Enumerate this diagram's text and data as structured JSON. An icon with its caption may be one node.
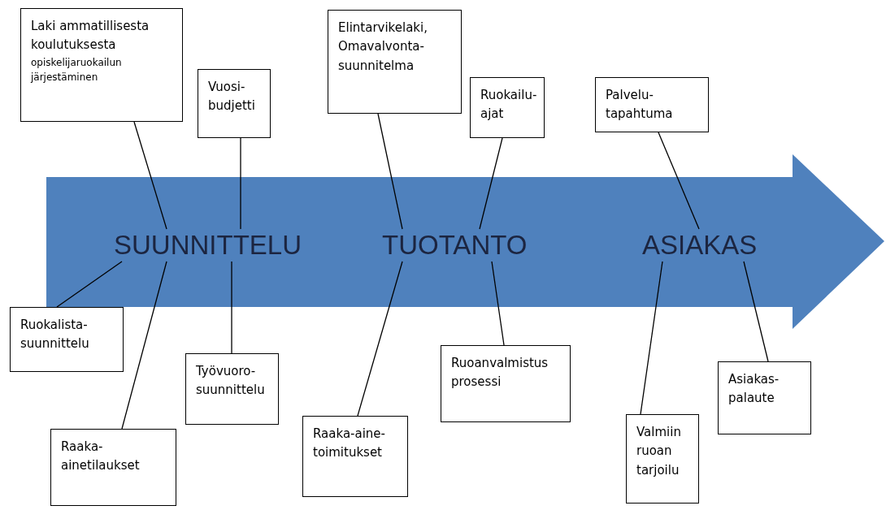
{
  "diagram": {
    "nodes": [
      {
        "text": [],
        "shape": "arrow"
      },
      {
        "text": [
          "SUUNNITTELU"
        ],
        "in": 0
      },
      {
        "text": [
          "TUOTANTO"
        ],
        "in": 0
      },
      {
        "text": [
          "ASIAKAS"
        ],
        "in": 0
      },
      {
        "text": [
          "Laki ammatillisesta koulutuksesta",
          "opiskelijaruokailun järjestäminen"
        ]
      },
      {
        "text": [
          "Vuosi- budjetti"
        ]
      },
      {
        "text": [
          "Elintarvikelaki, Omavalvonta- suunnitelma"
        ]
      },
      {
        "text": [
          "Ruokailu- ajat"
        ]
      },
      {
        "text": [
          "Palvelu- tapahtuma"
        ]
      },
      {
        "text": [
          "Ruokalista- suunnittelu"
        ]
      },
      {
        "text": [
          "Työvuoro- suunnittelu"
        ]
      },
      {
        "text": [
          "Raaka- ainetilaukset"
        ]
      },
      {
        "text": [
          "Raaka-aine- toimitukset"
        ]
      },
      {
        "text": [
          "Ruoanvalmistus prosessi"
        ]
      },
      {
        "text": [
          "Valmiin ruoan tarjoilu"
        ]
      },
      {
        "text": [
          "Asiakas- palaute"
        ]
      }
    ],
    "edges": [
      {
        "from": 4,
        "to": 1,
        "arrow": "none"
      },
      {
        "from": 5,
        "to": 1,
        "arrow": "none"
      },
      {
        "from": 9,
        "to": 1,
        "arrow": "none"
      },
      {
        "from": 11,
        "to": 1,
        "arrow": "none"
      },
      {
        "from": 10,
        "to": 1,
        "arrow": "none"
      },
      {
        "from": 6,
        "to": 2,
        "arrow": "none"
      },
      {
        "from": 7,
        "to": 2,
        "arrow": "none"
      },
      {
        "from": 12,
        "to": 2,
        "arrow": "none"
      },
      {
        "from": 13,
        "to": 2,
        "arrow": "none"
      },
      {
        "from": 8,
        "to": 3,
        "arrow": "none"
      },
      {
        "from": 14,
        "to": 3,
        "arrow": "none"
      },
      {
        "from": 15,
        "to": 3,
        "arrow": "none"
      }
    ]
  }
}
